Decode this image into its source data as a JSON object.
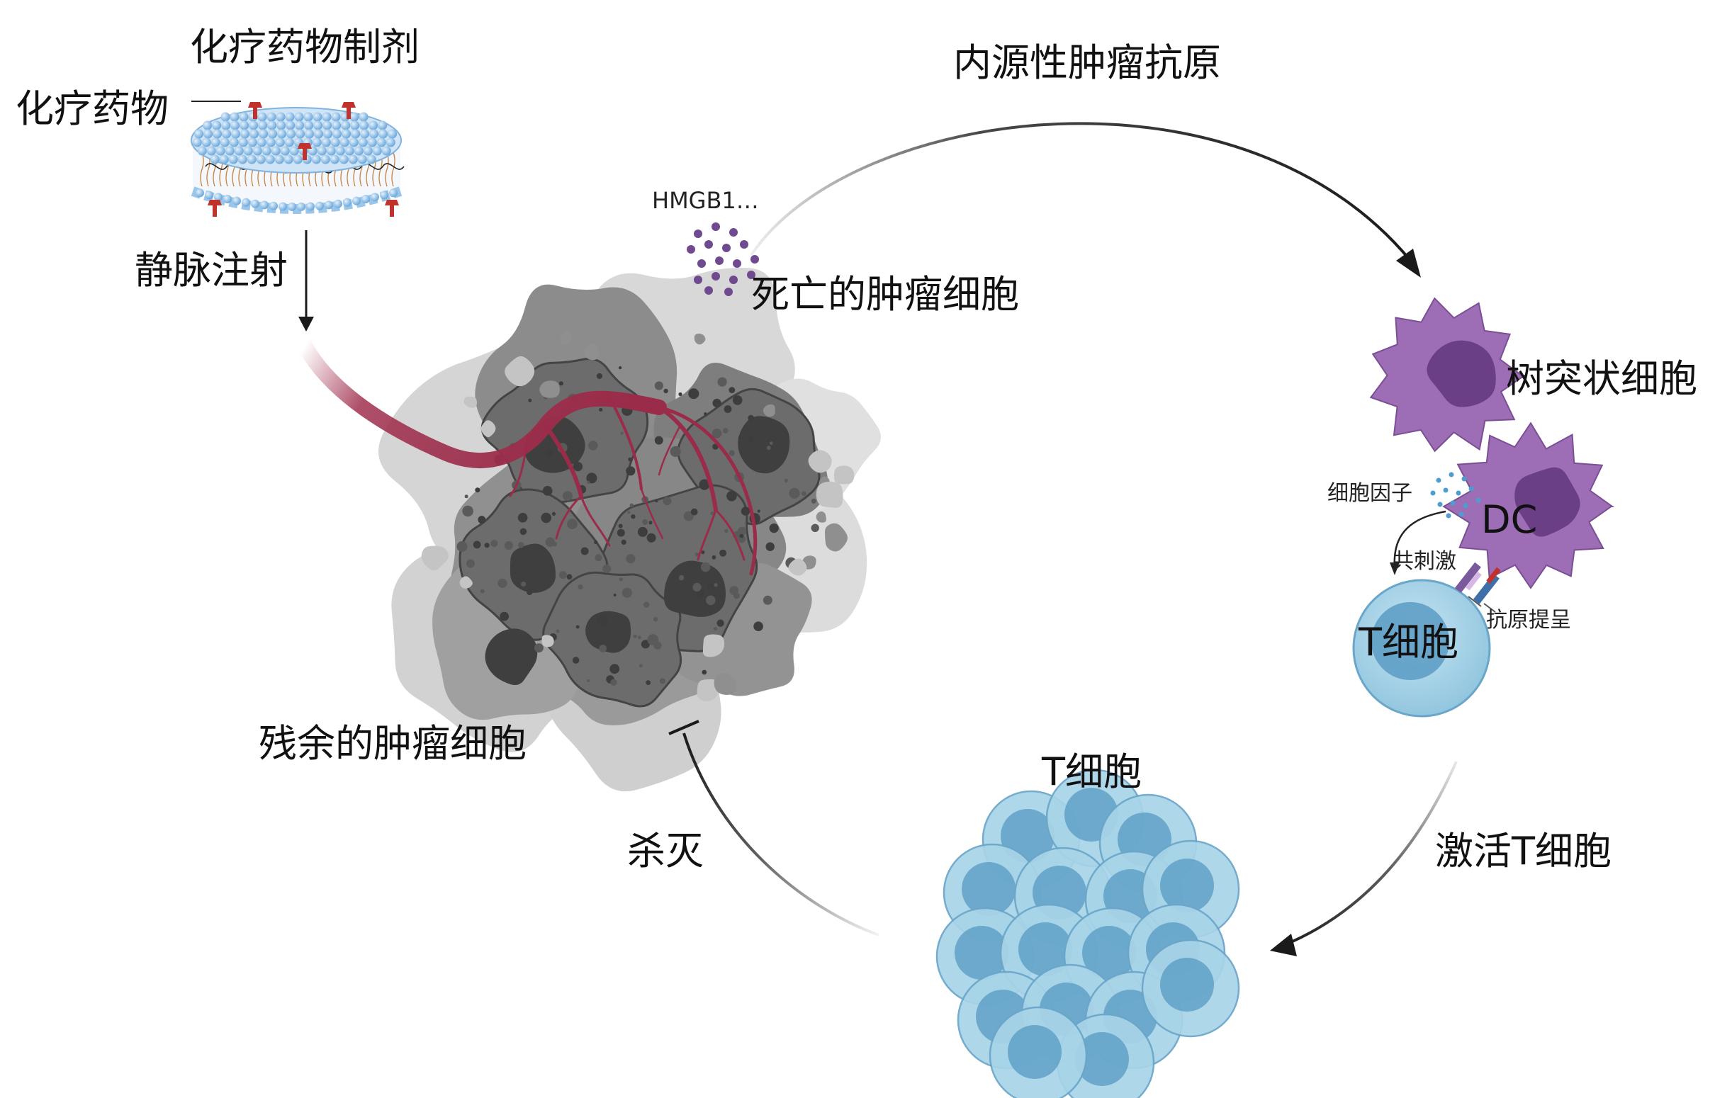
{
  "labels": {
    "formulation": "化疗药物制剂",
    "drug": "化疗药物",
    "iv_injection": "静脉注射",
    "endogenous_antigen": "内源性肿瘤抗原",
    "hmgb1": "HMGB1…",
    "dead_tumor_cells": "死亡的肿瘤细胞",
    "dendritic_cell": "树突状细胞",
    "cytokines": "细胞因子",
    "dc": "DC",
    "costimulation": "共刺激",
    "antigen_presentation": "抗原提呈",
    "t_cell_single": "T细胞",
    "residual_tumor_cells": "残余的肿瘤细胞",
    "t_cells_cluster": "T细胞",
    "activate_t_cells": "激活T细胞",
    "kill": "杀灭"
  },
  "colors": {
    "drug_red": "#c0322b",
    "liposome_blue": "#8fc3ea",
    "vessel": "#a0304e",
    "dc_purple": "#9d6db5",
    "dc_nucleus": "#6b3f86",
    "tcell_outer": "#a8d4e8",
    "tcell_inner": "#5a9cc4",
    "tumor_dark": "#4a4a4a",
    "arrow": "#1a1a1a"
  }
}
